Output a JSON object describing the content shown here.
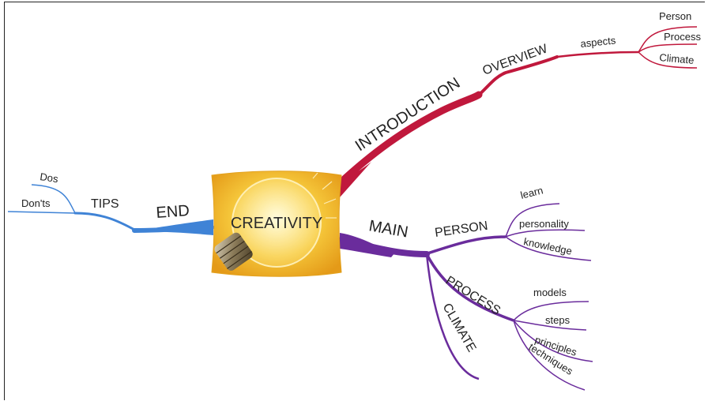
{
  "center": {
    "label": "CREATIVITY",
    "icon": "lightbulb-icon"
  },
  "colors": {
    "introduction": "#c0183c",
    "main": "#6a2c9c",
    "end": "#3f83d6",
    "center_fill": "#f2b72a"
  },
  "branches": {
    "introduction": {
      "label": "INTRODUCTION",
      "overview": {
        "label": "OVERVIEW",
        "aspects": {
          "label": "aspects",
          "children": [
            "Person",
            "Process",
            "Climate"
          ]
        }
      }
    },
    "main": {
      "label": "MAIN",
      "person": {
        "label": "PERSON",
        "children": [
          "learn",
          "personality",
          "knowledge"
        ]
      },
      "process": {
        "label": "PROCESS",
        "children": [
          "models",
          "steps",
          "principles",
          "techniques"
        ]
      },
      "climate": {
        "label": "CLIMATE"
      }
    },
    "end": {
      "label": "END",
      "tips": {
        "label": "TIPS",
        "children": [
          "Dos",
          "Don'ts"
        ]
      }
    }
  }
}
